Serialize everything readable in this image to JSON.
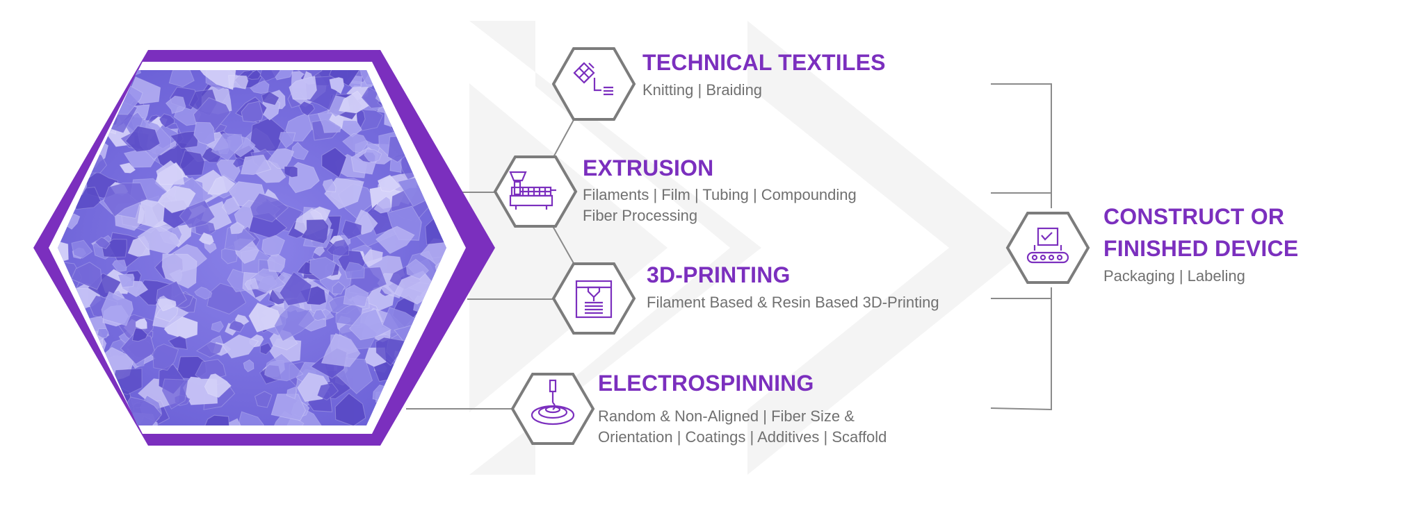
{
  "colors": {
    "accent": "#7b2fbe",
    "hex_stroke": "#7c7c7c",
    "chevron": "#f4f4f4",
    "text_gray": "#707070"
  },
  "source_image": {
    "label": "purple polymer granules",
    "icon": "granules-photo"
  },
  "steps": [
    {
      "title": "TECHNICAL TEXTILES",
      "lines": [
        "Knitting | Braiding"
      ],
      "icon": "knit-braid-icon"
    },
    {
      "title": "EXTRUSION",
      "lines": [
        "Filaments | Film | Tubing | Compounding",
        "Fiber Processing"
      ],
      "icon": "extruder-icon"
    },
    {
      "title": "3D-PRINTING",
      "lines": [
        "Filament Based & Resin Based 3D-Printing"
      ],
      "icon": "3d-printer-icon"
    },
    {
      "title": "ELECTROSPINNING",
      "lines": [
        "Random & Non-Aligned | Fiber Size &",
        "Orientation | Coatings | Additives | Scaffold"
      ],
      "icon": "electrospinning-icon"
    }
  ],
  "result": {
    "title_line1": "CONSTRUCT OR",
    "title_line2": "FINISHED DEVICE",
    "subtitle": "Packaging | Labeling",
    "icon": "conveyor-check-icon"
  }
}
